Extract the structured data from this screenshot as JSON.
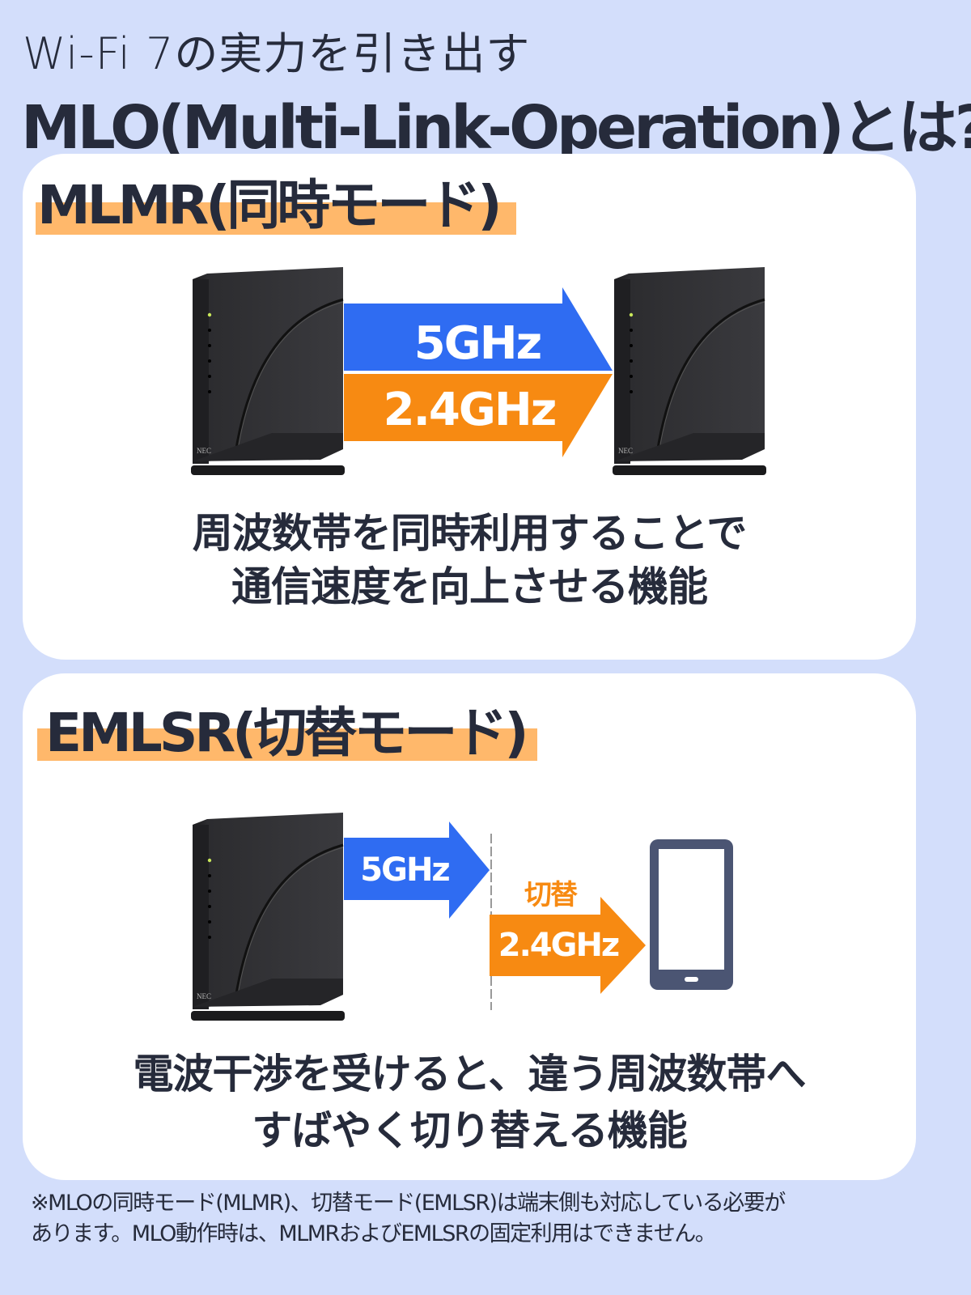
{
  "title": {
    "line1": "Wi-Fi 7の実力を引き出す",
    "line2": "MLO(Multi-Link-Operation)とは?"
  },
  "mlmr": {
    "heading": "MLMR(同時モード)",
    "band_5": "5GHz",
    "band_24": "2.4GHz",
    "description": [
      "周波数帯を同時利用することで",
      "通信速度を向上させる機能"
    ]
  },
  "emlsr": {
    "heading": "EMLSR(切替モード)",
    "band_5": "5GHz",
    "switch_label": "切替",
    "band_24": "2.4GHz",
    "description": [
      "電波干渉を受けると、違う周波数帯へ",
      "すばやく切り替える機能"
    ]
  },
  "footnote": [
    "※MLOの同時モード(MLMR)、切替モード(EMLSR)は端末側も対応している必要が",
    "あります。MLO動作時は、MLMRおよびEMLSRの固定利用はできません。"
  ],
  "router_brand": "NEC",
  "colors": {
    "background": "#d3defb",
    "highlight": "#ffb86b",
    "band_5": "#2f6cf2",
    "band_24": "#f78a12",
    "phone": "#4b5573"
  }
}
